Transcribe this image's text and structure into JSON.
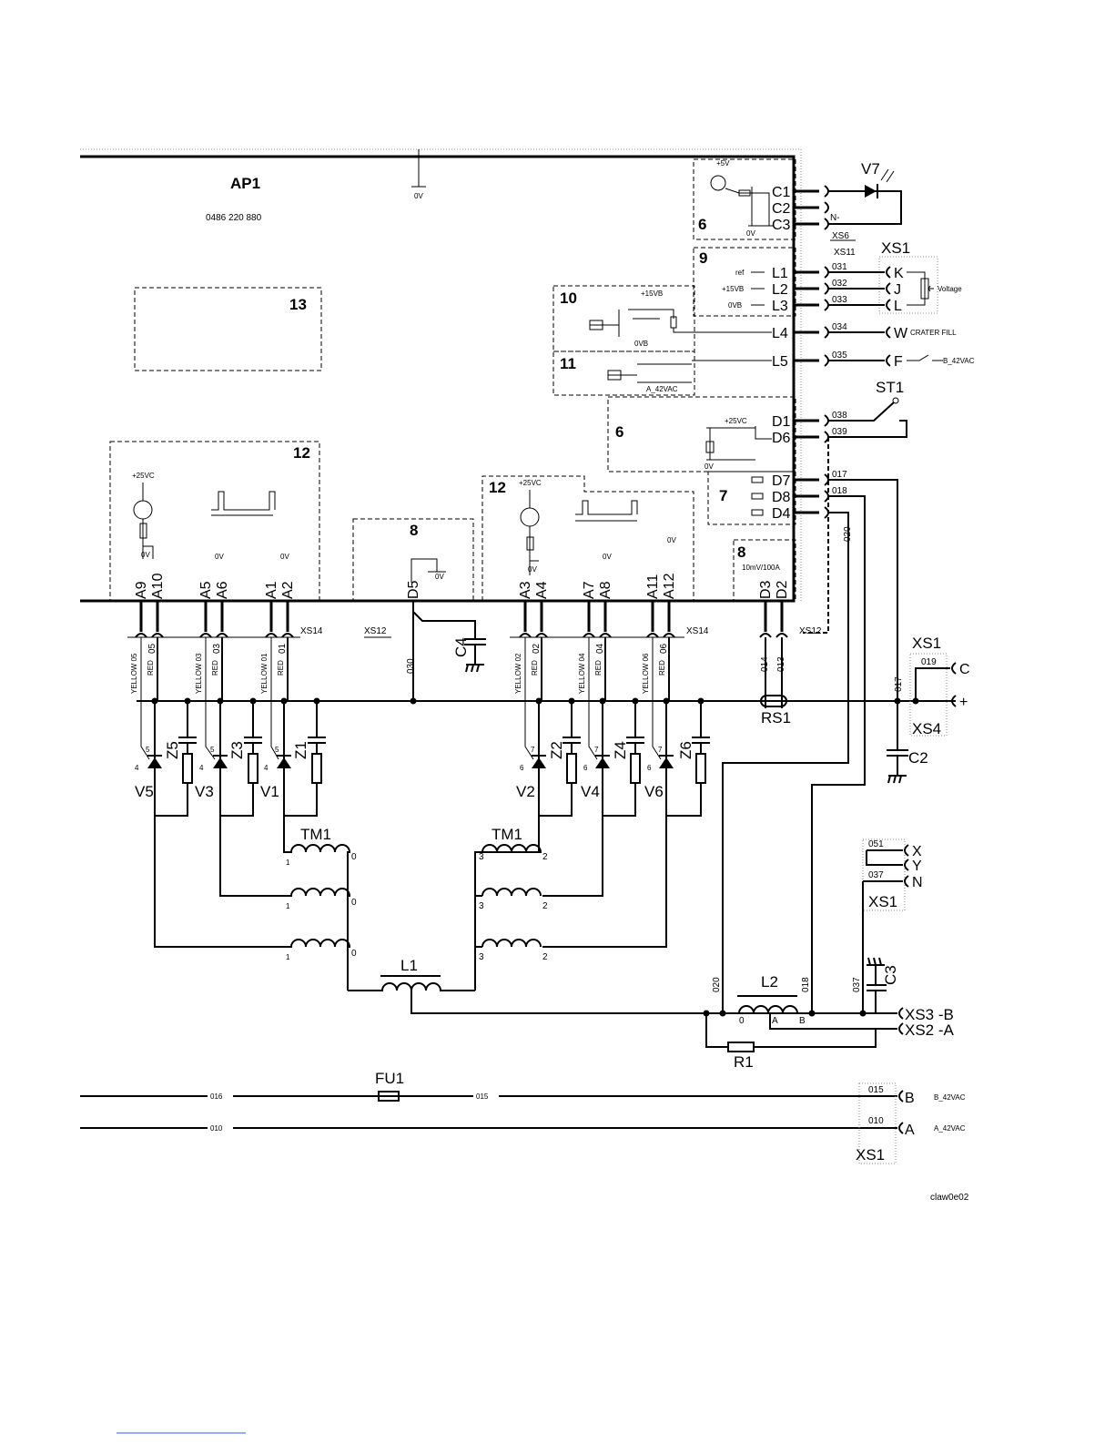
{
  "board": {
    "name": "AP1",
    "part_number": "0486 220 880",
    "ground_label": "0V"
  },
  "blocks": {
    "b13": "13",
    "b12a": "12",
    "b12b": "12",
    "b8a": "8",
    "b8b": "8",
    "b6a": "6",
    "b6b": "6",
    "b9": "9",
    "b10": "10",
    "b11": "11",
    "b7": "7"
  },
  "block_text": {
    "plus5v": "+5V",
    "zero_v": "0V",
    "plus25vc": "+25VC",
    "plus15vb": "+15VB",
    "zero_vb": "0VB",
    "a42": "A_42VAC",
    "ref": "ref",
    "plus15vb2": "+15VB",
    "zero_vb2": "0VB",
    "shunt": "10mV/100A"
  },
  "pins_right": [
    "C1",
    "C2",
    "C3",
    "L1",
    "L2",
    "L3",
    "L4",
    "L5",
    "D1",
    "D6",
    "D7",
    "D8",
    "D4"
  ],
  "pins_bottom": [
    "A9",
    "A10",
    "A5",
    "A6",
    "A1",
    "A2",
    "D5",
    "A3",
    "A4",
    "A7",
    "A8",
    "A11",
    "A12",
    "D3",
    "D2"
  ],
  "wires_right": [
    "031",
    "032",
    "033",
    "034",
    "035",
    "038",
    "039",
    "017",
    "018",
    "020"
  ],
  "wires_bottom": {
    "yellow05": "YELLOW 05",
    "red05": "RED",
    "n05": "05",
    "yellow03": "YELLOW 03",
    "red03": "RED",
    "n03": "03",
    "yellow01": "YELLOW 01",
    "red01": "RED",
    "n01": "01",
    "w030": "030",
    "yellow02": "YELLOW 02",
    "red02": "RED",
    "n02": "02",
    "yellow04": "YELLOW 04",
    "red04": "RED",
    "n04": "04",
    "yellow06": "YELLOW 06",
    "red06": "RED",
    "n06": "06",
    "w014": "014",
    "w013": "013"
  },
  "connectors": {
    "xs6": "XS6",
    "xs11": "XS11",
    "xs1": "XS1",
    "xs14a": "XS14",
    "xs12a": "XS12",
    "xs14b": "XS14",
    "xs12b": "XS12",
    "xs1b": "XS1",
    "xs4": "XS4",
    "xs1c": "XS1",
    "xs3": "XS3 -B",
    "xs2": "XS2 -A",
    "xs1d": "XS1",
    "nminus": "N-"
  },
  "xs1_pins": {
    "k": "K",
    "j": "J",
    "l": "L",
    "w": "W",
    "f": "F",
    "c": "C",
    "plus": "+",
    "x": "X",
    "y": "Y",
    "n": "N",
    "b": "B",
    "a": "A"
  },
  "labels": {
    "voltage": "Voltage",
    "crater_fill": "CRATER FILL",
    "b42": "B_42VAC",
    "b42b": "B_42VAC",
    "a42b": "A_42VAC",
    "drawing_id": "claw0e02"
  },
  "components": {
    "v7": "V7",
    "st1": "ST1",
    "c4": "C4",
    "rs1": "RS1",
    "c2": "C2",
    "c3": "C3",
    "v5": "V5",
    "v3": "V3",
    "v1": "V1",
    "v2": "V2",
    "v4": "V4",
    "v6": "V6",
    "z5": "Z5",
    "z3": "Z3",
    "z1": "Z1",
    "z2": "Z2",
    "z4": "Z4",
    "z6": "Z6",
    "tm1a": "TM1",
    "tm1b": "TM1",
    "l1": "L1",
    "l2": "L2",
    "r1": "R1",
    "fu1": "FU1"
  },
  "wire_numbers_lower": {
    "w019": "019",
    "w017b": "017",
    "w051": "051",
    "w037": "037",
    "w020b": "020",
    "w018b": "018",
    "w037b": "037",
    "w016": "016",
    "w015": "015",
    "w015b": "015",
    "w010": "010",
    "w010b": "010"
  },
  "tm_taps": {
    "one": "1",
    "zero": "0",
    "three": "3",
    "two": "2",
    "o": "0",
    "a": "A",
    "b": "B"
  },
  "diode_pins": {
    "p5": "5",
    "p4": "4",
    "p7": "7",
    "p6": "6"
  }
}
